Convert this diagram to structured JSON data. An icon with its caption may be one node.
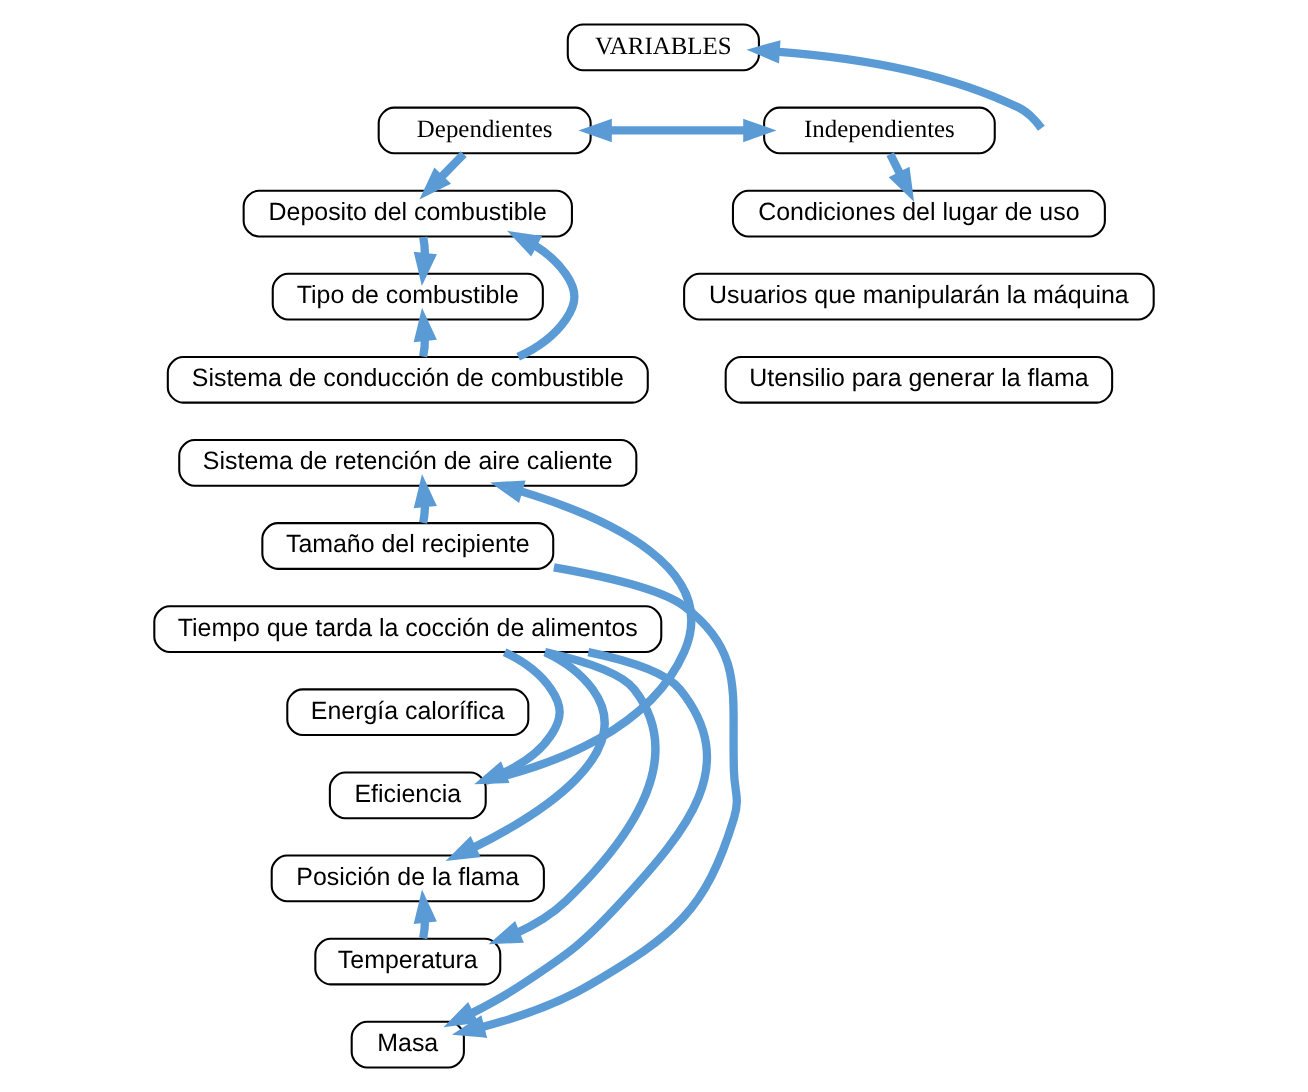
{
  "diagram": {
    "nodes": [
      {
        "text": [
          "VARIABLES"
        ]
      },
      {
        "text": [
          "Dependientes"
        ]
      },
      {
        "text": [
          "Independientes"
        ]
      },
      {
        "text": [
          "Deposito del combustible"
        ]
      },
      {
        "text": [
          "Tipo de combustible"
        ]
      },
      {
        "text": [
          "Sistema de conducción de combustible"
        ]
      },
      {
        "text": [
          "Sistema de retención de aire caliente"
        ]
      },
      {
        "text": [
          "Tamaño del recipiente"
        ]
      },
      {
        "text": [
          "Tiempo que tarda la cocción de alimentos"
        ]
      },
      {
        "text": [
          "Energía calorífica"
        ]
      },
      {
        "text": [
          "Eficiencia"
        ]
      },
      {
        "text": [
          "Posición de la flama"
        ]
      },
      {
        "text": [
          "Temperatura"
        ]
      },
      {
        "text": [
          "Masa"
        ]
      },
      {
        "text": [
          "Condiciones del lugar de uso"
        ]
      },
      {
        "text": [
          "Usuarios que manipularán la máquina"
        ]
      },
      {
        "text": [
          "Utensilio para generar la flama"
        ]
      }
    ],
    "edges": [
      {
        "from": 1,
        "to": 2,
        "arrow": "both"
      },
      {
        "from": null,
        "to": 0,
        "arrow": "to"
      },
      {
        "from": 1,
        "to": 3,
        "arrow": "to"
      },
      {
        "from": 2,
        "to": 14,
        "arrow": "to"
      },
      {
        "from": 3,
        "to": 4,
        "arrow": "to"
      },
      {
        "from": 5,
        "to": 3,
        "arrow": "to"
      },
      {
        "from": 5,
        "to": 4,
        "arrow": "to"
      },
      {
        "from": 7,
        "to": 6,
        "arrow": "to"
      },
      {
        "from": 10,
        "to": 6,
        "arrow": "to"
      },
      {
        "from": 7,
        "to": 13,
        "arrow": "to"
      },
      {
        "from": 12,
        "to": 11,
        "arrow": "to"
      },
      {
        "from": 8,
        "to": 10,
        "arrow": "to"
      },
      {
        "from": 8,
        "to": 11,
        "arrow": "to"
      },
      {
        "from": 8,
        "to": 12,
        "arrow": "to"
      },
      {
        "from": 8,
        "to": 13,
        "arrow": "to"
      }
    ]
  }
}
